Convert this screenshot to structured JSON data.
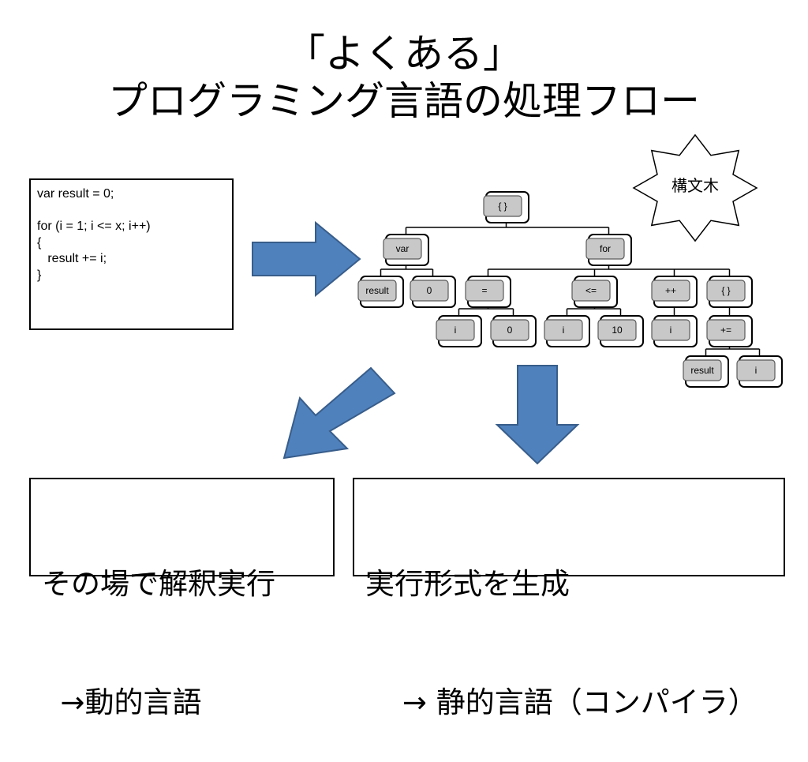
{
  "title": {
    "line1": "「よくある」",
    "line2": "プログラミング言語の処理フロー"
  },
  "code": {
    "lines": [
      "var result = 0;",
      "",
      "for (i = 1; i <= x; i++)",
      "{",
      "   result += i;",
      "}"
    ]
  },
  "callout": {
    "label": "構文木"
  },
  "tree": {
    "nodes": [
      {
        "id": "root",
        "label": "{ }"
      },
      {
        "id": "var",
        "label": "var"
      },
      {
        "id": "for",
        "label": "for"
      },
      {
        "id": "result1",
        "label": "result"
      },
      {
        "id": "zero1",
        "label": "0"
      },
      {
        "id": "assign",
        "label": "="
      },
      {
        "id": "le",
        "label": "<="
      },
      {
        "id": "inc",
        "label": "++"
      },
      {
        "id": "block2",
        "label": "{ }"
      },
      {
        "id": "i1",
        "label": "i"
      },
      {
        "id": "zero2",
        "label": "0"
      },
      {
        "id": "i2",
        "label": "i"
      },
      {
        "id": "ten",
        "label": "10"
      },
      {
        "id": "i3",
        "label": "i"
      },
      {
        "id": "addassign",
        "label": "+="
      },
      {
        "id": "result2",
        "label": "result"
      },
      {
        "id": "i4",
        "label": "i"
      }
    ],
    "edges": [
      [
        "root",
        "var"
      ],
      [
        "root",
        "for"
      ],
      [
        "var",
        "result1"
      ],
      [
        "var",
        "zero1"
      ],
      [
        "for",
        "assign"
      ],
      [
        "for",
        "le"
      ],
      [
        "for",
        "inc"
      ],
      [
        "for",
        "block2"
      ],
      [
        "assign",
        "i1"
      ],
      [
        "assign",
        "zero2"
      ],
      [
        "le",
        "i2"
      ],
      [
        "le",
        "ten"
      ],
      [
        "inc",
        "i3"
      ],
      [
        "block2",
        "addassign"
      ],
      [
        "addassign",
        "result2"
      ],
      [
        "addassign",
        "i4"
      ]
    ]
  },
  "results": {
    "interpret": {
      "line1": "その場で解釈実行",
      "line2": "  →動的言語"
    },
    "compile": {
      "line1": "実行形式を生成",
      "line2": "    → 静的言語（コンパイラ）"
    }
  },
  "colors": {
    "arrow_fill": "#4f81bd",
    "arrow_stroke": "#385d8a",
    "node_fill": "#c8c8c8"
  }
}
